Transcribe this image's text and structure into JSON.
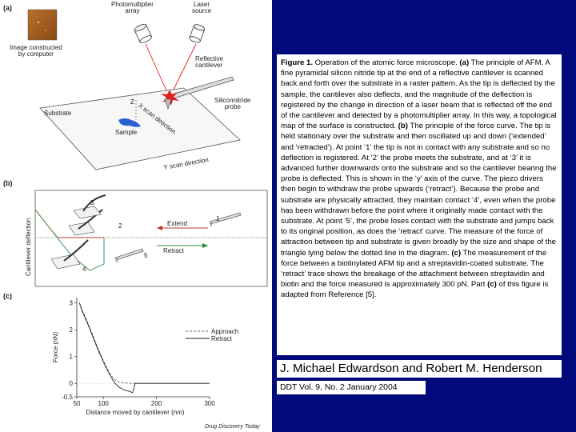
{
  "colors": {
    "slide_background": "#000A7A",
    "laser": "#e0201c",
    "extend_arrow": "#c0392b",
    "retract_arrow": "#2e8b3a",
    "sample": "#2a5fd0"
  },
  "figure": {
    "panel_a": {
      "letter": "(a)",
      "photomultiplier": "Photomultiplier\narray",
      "laser": "Laser\nsource",
      "image_caption": "Image constructed\nby computer",
      "reflective_cantilever": "Reflective\ncantilever",
      "siliconnitride_probe": "Siliconnitride\nprobe",
      "substrate": "Substrate",
      "sample": "Sample",
      "z_label": "Z",
      "x_scan": "X scan direction",
      "y_scan": "Y scan direction"
    },
    "panel_b": {
      "letter": "(b)",
      "ylabel": "Cantilever deflection",
      "extend": "Extend",
      "retract": "Retract",
      "points": [
        "1",
        "2",
        "3",
        "4",
        "5"
      ]
    },
    "panel_c": {
      "letter": "(c)"
    },
    "credit": "Drug Discovery Today"
  },
  "chart_data": {
    "type": "line",
    "xlabel": "Distance moved by cantilever (nm)",
    "ylabel": "Force (nN)",
    "xlim": [
      50,
      300
    ],
    "ylim": [
      -0.5,
      3.2
    ],
    "x_ticks": [
      "50",
      "100",
      "200",
      "300"
    ],
    "y_ticks": [
      "-0.5",
      "0",
      "1",
      "2",
      "3"
    ],
    "legend": "top-right",
    "series": [
      {
        "name": "Approach",
        "style": "dashed",
        "x": [
          55,
          60,
          70,
          80,
          90,
          100,
          110,
          120,
          130,
          140,
          150,
          175,
          200,
          250,
          300
        ],
        "y": [
          3.0,
          2.75,
          2.3,
          1.8,
          1.3,
          0.85,
          0.45,
          0.15,
          0.05,
          0.02,
          0.0,
          0.0,
          0.0,
          0.0,
          0.0
        ]
      },
      {
        "name": "Retract",
        "style": "solid",
        "x": [
          55,
          60,
          70,
          80,
          90,
          100,
          110,
          120,
          130,
          140,
          150,
          155,
          160,
          175,
          200,
          250,
          300
        ],
        "y": [
          3.0,
          2.7,
          2.25,
          1.75,
          1.25,
          0.8,
          0.4,
          0.05,
          -0.15,
          -0.25,
          -0.3,
          -0.35,
          0.0,
          0.0,
          0.0,
          0.0,
          0.0
        ]
      }
    ]
  },
  "caption": {
    "figure_label": "Figure 1.",
    "t1": " Operation of the atomic force microscope. ",
    "a_label": "(a)",
    "t2": " The principle of AFM. A fine pyramidal silicon nitride tip at the end of a reflective cantilever is scanned back and forth over the substrate in a raster pattern. As the tip is deflected by the sample, the cantilever also deflects, and the magnitude of the deflection is registered by the change in direction of a laser beam that is reflected off the end of the cantilever and detected by a photomultiplier array. In this way, a topological map of the surface is constructed. ",
    "b_label": "(b)",
    "t3": " The principle of the force curve. The tip is held stationary over the substrate and then oscillated up and down (‘extended’ and ‘retracted’). At point ‘1’ the tip is not in contact with any substrate and so no deflection is registered. At ‘2’ the probe meets the substrate, and at ‘3’ it is advanced further downwards onto the substrate and so the cantilever bearing the probe is deflected. This is shown in the ‘y’ axis of the curve. The piezo drivers then begin to withdraw the probe upwards (‘retract’). Because the probe and substrate are physically attracted, they maintain contact ‘4’, even when the probe has been withdrawn before the point where it originally made contact with the substrate. At point ‘5’, the probe loses contact with the substrate and jumps back to its original position, as does the ‘retract’ curve. The measure of the force of attraction between tip and substrate is given broadly by the size and shape of the triangle lying below the dotted line in the diagram. ",
    "c_label": "(c)",
    "t4": " The measurement of the force between a biotinylated AFM tip and a streptavidin-coated substrate. The ‘retract’ trace shows the breakage of the attachment between streptavidin and biotin and the force measured is approximately 300 pN. Part ",
    "c_label2": "(c)",
    "t5": " of this figure is adapted from Reference [5]."
  },
  "authors": "J. Michael Edwardson and Robert M. Henderson",
  "journal": "DDT Vol. 9, No. 2 January 2004"
}
